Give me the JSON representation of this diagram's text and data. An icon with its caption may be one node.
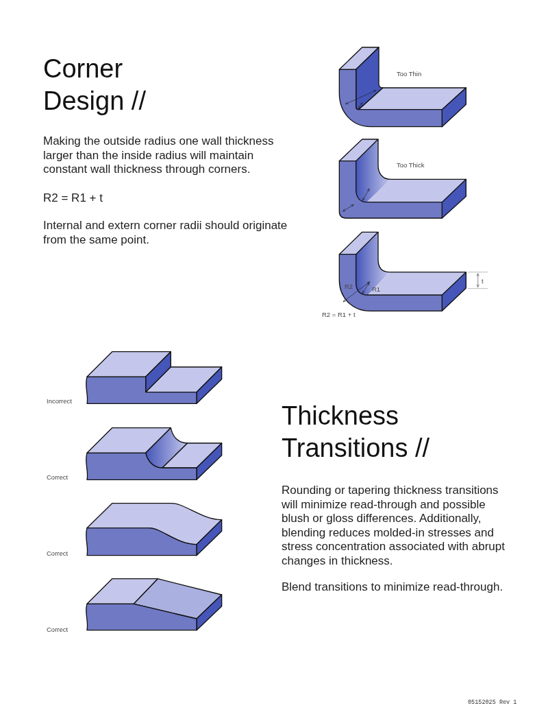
{
  "diagram": {
    "labels": [
      "Corner Design //",
      "Making the outside radius one wall thickness larger than the inside radius will maintain constant wall thickness through corners.",
      "R2 = R1 + t",
      "Internal and extern corner radii should originate from the same point.",
      "Too Thin",
      "Too Thick",
      "R2",
      "R1",
      "t",
      "R2 = R1 + t",
      "Incorrect",
      "Correct",
      "Correct",
      "Correct",
      "Thickness Transitions //",
      "Rounding or tapering thickness transitions will minimize read-through and possible blush or gloss differences. Additionally, blending reduces molded-in stresses and stress concentration associated with abrupt changes in thickness.",
      "Blend transitions to minimize read-through.",
      "05152025 Rev 1"
    ]
  }
}
